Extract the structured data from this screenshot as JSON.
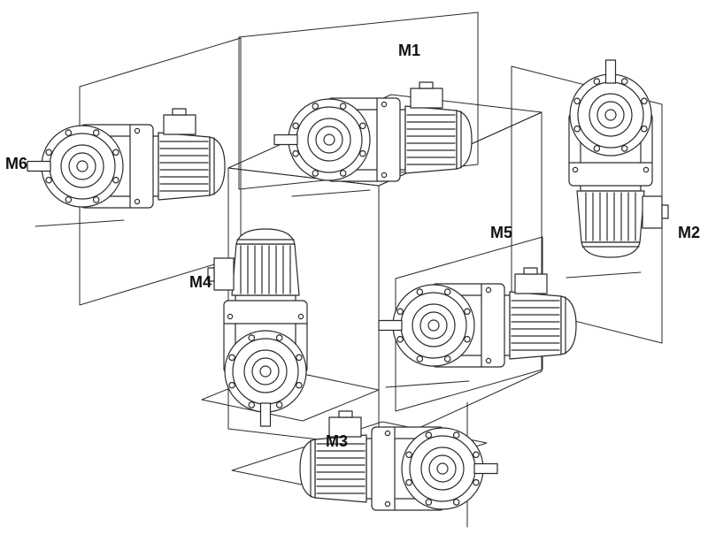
{
  "colors": {
    "line": "#2a2a2a",
    "label": "#111111",
    "background": "#ffffff"
  },
  "diagram": {
    "labels": [
      {
        "id": "m1",
        "text": "M1"
      },
      {
        "id": "m2",
        "text": "M2"
      },
      {
        "id": "m3",
        "text": "M3"
      },
      {
        "id": "m4",
        "text": "M4"
      },
      {
        "id": "m5",
        "text": "M5"
      },
      {
        "id": "m6",
        "text": "M6"
      }
    ]
  }
}
